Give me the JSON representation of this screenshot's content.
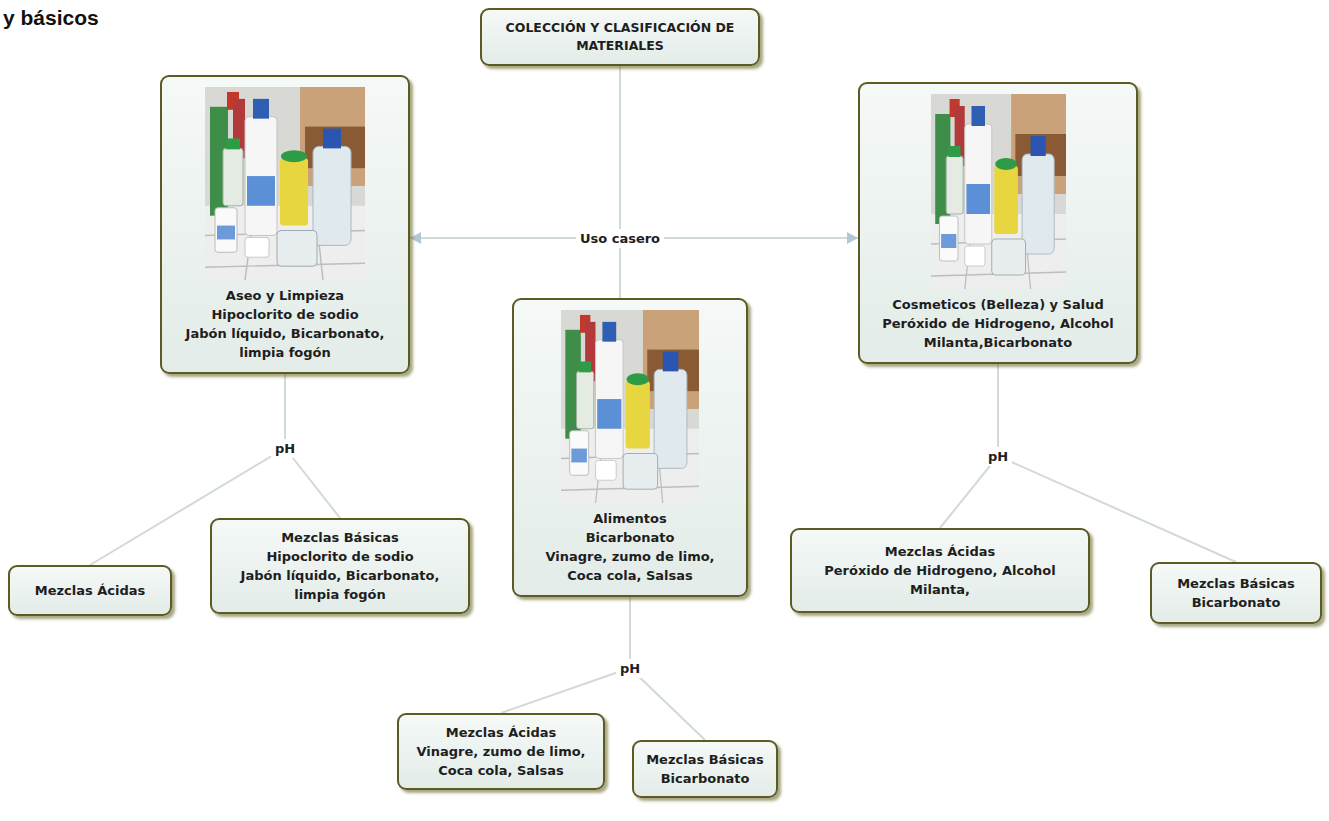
{
  "diagram": {
    "nodes": [
      {
        "text": [
          "COLECCIÓN Y CLASIFICACIÓN DE MATERIALES"
        ]
      },
      {
        "text": [
          "Aseo y Limpieza",
          "Hipoclorito de sodio",
          "Jabón líquido, Bicarbonato, limpia fogón"
        ]
      },
      {
        "text": [
          "Alimentos",
          "Bicarbonato",
          "Vinagre, zumo de limo, Coca cola, Salsas"
        ]
      },
      {
        "text": [
          "Cosmeticos (Belleza) y Salud",
          "Peróxido de Hidrogeno, Alcohol Milanta,Bicarbonato"
        ]
      },
      {
        "text": [
          "Mezclas Ácidas"
        ]
      },
      {
        "text": [
          "Mezclas Básicas",
          "Hipoclorito de sodio",
          "Jabón líquido, Bicarbonato, limpia fogón"
        ]
      },
      {
        "text": [
          "Mezclas Ácidas",
          "Peróxido de Hidrogeno, Alcohol Milanta,"
        ]
      },
      {
        "text": [
          "Mezclas Básicas",
          "Bicarbonato"
        ]
      },
      {
        "text": [
          "Mezclas Ácidas",
          "Vinagre, zumo de limo, Coca cola, Salsas"
        ]
      },
      {
        "text": [
          "Mezclas Básicas",
          "Bicarbonato"
        ]
      }
    ],
    "edges": [
      {
        "from": 0,
        "to": 1,
        "arrow": "to"
      },
      {
        "from": 0,
        "to": 2,
        "arrow": "none"
      },
      {
        "from": 0,
        "to": 3,
        "arrow": "to"
      },
      {
        "from": 1,
        "to": 4,
        "arrow": "none"
      },
      {
        "from": 1,
        "to": 5,
        "arrow": "none"
      },
      {
        "from": 2,
        "to": 8,
        "arrow": "none"
      },
      {
        "from": 2,
        "to": 9,
        "arrow": "none"
      },
      {
        "from": 3,
        "to": 6,
        "arrow": "none"
      },
      {
        "from": 3,
        "to": 7,
        "arrow": "none"
      }
    ],
    "labels": [
      "y básicos",
      "Uso casero",
      "pH",
      "pH",
      "pH"
    ]
  }
}
